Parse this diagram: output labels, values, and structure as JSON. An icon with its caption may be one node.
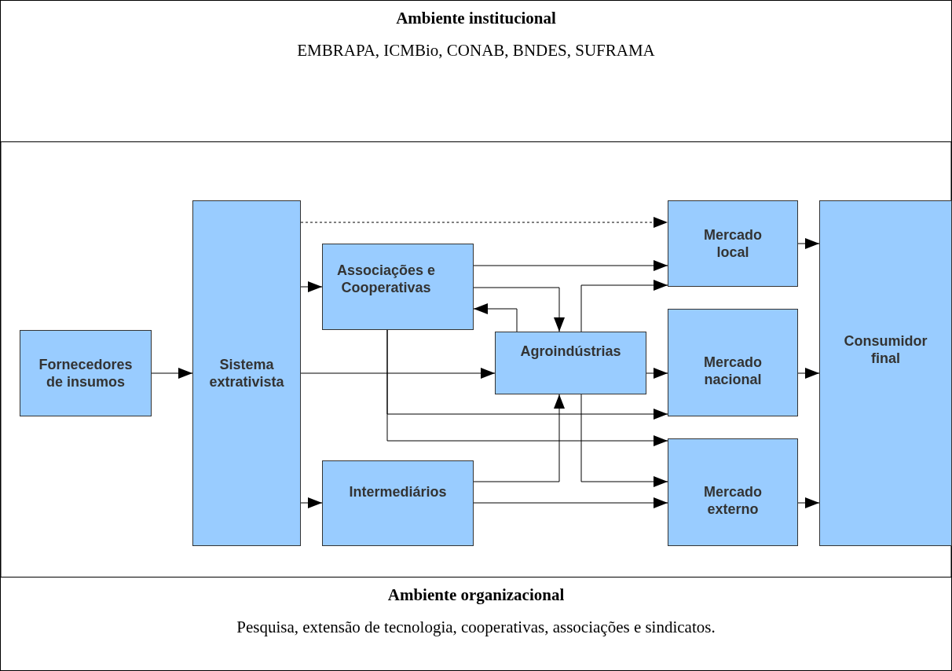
{
  "diagram": {
    "nodes": [
      {
        "text": [
          "Ambiente institucional",
          "EMBRAPA, ICMBio, CONAB, BNDES, SUFRAMA"
        ]
      },
      {
        "text": [
          "Fornecedores de insumos"
        ]
      },
      {
        "text": [
          "Sistema extrativista"
        ]
      },
      {
        "text": [
          "Associações e Cooperativas"
        ]
      },
      {
        "text": [
          "Agroindústrias"
        ]
      },
      {
        "text": [
          "Intermediários"
        ]
      },
      {
        "text": [
          "Mercado local"
        ]
      },
      {
        "text": [
          "Mercado nacional"
        ]
      },
      {
        "text": [
          "Mercado externo"
        ]
      },
      {
        "text": [
          "Consumidor final"
        ]
      },
      {
        "text": [
          "Ambiente organizacional",
          "Pesquisa, extensão de tecnologia, cooperativas, associações e sindicatos."
        ]
      }
    ],
    "edges": [
      {
        "from": 1,
        "to": 2,
        "arrow": "to"
      },
      {
        "from": 2,
        "to": 6,
        "arrow": "to",
        "style": "dashed"
      },
      {
        "from": 2,
        "to": 3,
        "arrow": "to"
      },
      {
        "from": 2,
        "to": 4,
        "arrow": "to"
      },
      {
        "from": 2,
        "to": 5,
        "arrow": "to"
      },
      {
        "from": 3,
        "to": 6,
        "arrow": "to"
      },
      {
        "from": 3,
        "to": 4,
        "arrow": "to"
      },
      {
        "from": 4,
        "to": 3,
        "arrow": "to"
      },
      {
        "from": 4,
        "to": 6,
        "arrow": "to"
      },
      {
        "from": 4,
        "to": 7,
        "arrow": "to"
      },
      {
        "from": 3,
        "to": 7,
        "arrow": "to"
      },
      {
        "from": 3,
        "to": 8,
        "arrow": "to"
      },
      {
        "from": 5,
        "to": 4,
        "arrow": "to"
      },
      {
        "from": 4,
        "to": 8,
        "arrow": "to"
      },
      {
        "from": 5,
        "to": 8,
        "arrow": "to"
      },
      {
        "from": 6,
        "to": 9,
        "arrow": "to"
      },
      {
        "from": 7,
        "to": 9,
        "arrow": "to"
      },
      {
        "from": 8,
        "to": 9,
        "arrow": "to"
      }
    ]
  }
}
